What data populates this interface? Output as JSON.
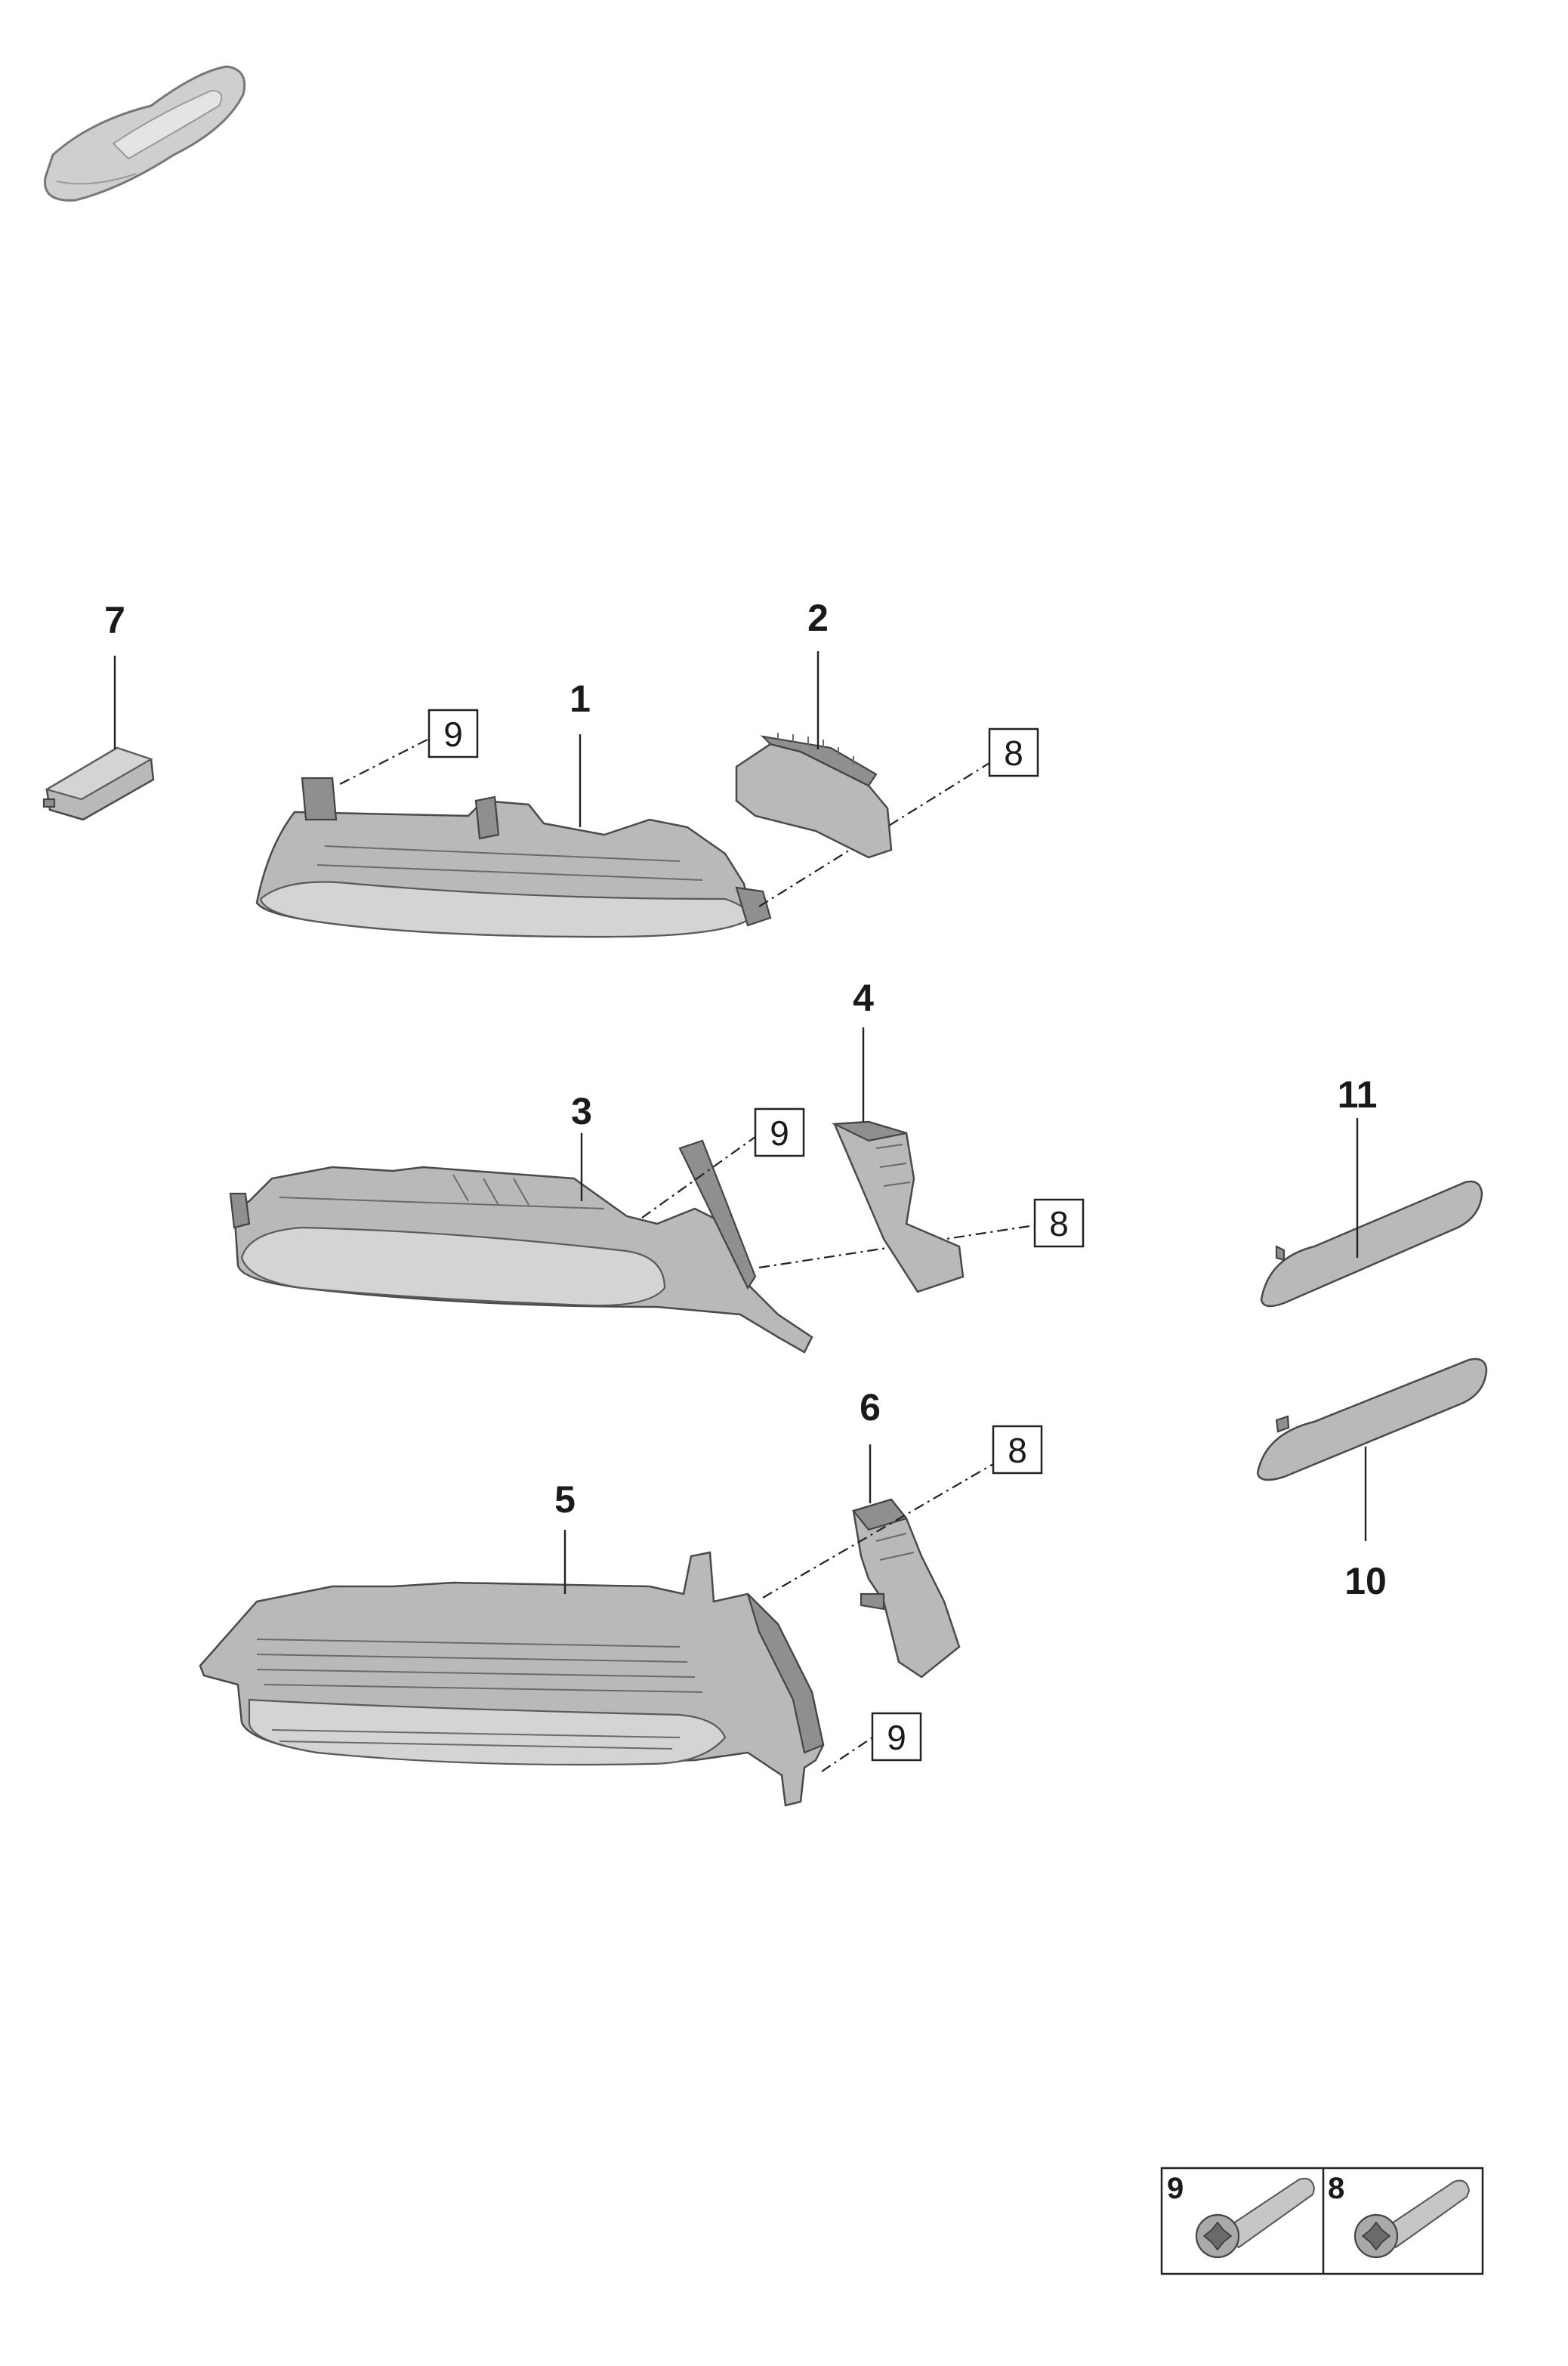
{
  "callouts": {
    "c1": "1",
    "c2": "2",
    "c3": "3",
    "c4": "4",
    "c5": "5",
    "c6": "6",
    "c7": "7",
    "c10": "10",
    "c11": "11"
  },
  "boxed_refs": {
    "b9_top": "9",
    "b8_top": "8",
    "b9_mid": "9",
    "b8_mid": "8",
    "b8_low": "8",
    "b9_low": "9"
  },
  "legend": {
    "left_number": "9",
    "right_number": "8",
    "left_icon": "torx-bolt-icon",
    "right_icon": "torx-bolt-icon"
  },
  "colors": {
    "part_fill": "#b9b9b9",
    "line": "#222222"
  }
}
